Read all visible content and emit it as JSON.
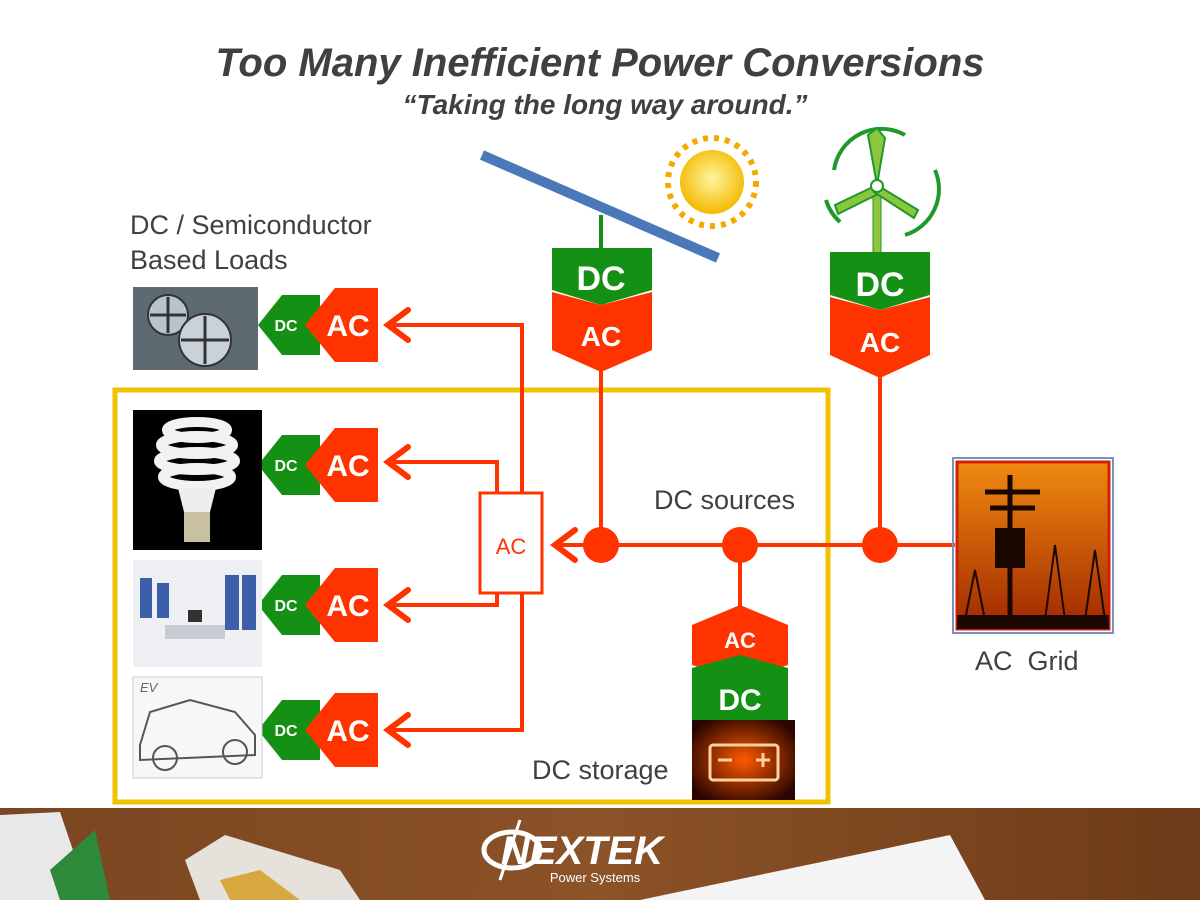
{
  "title": "Too Many Inefficient Power Conversions",
  "subtitle": "“Taking the long way around.”",
  "labels": {
    "loads_line1": "DC / Semiconductor",
    "loads_line2": "Based Loads",
    "dc_sources": "DC sources",
    "ac_grid": "AC  Grid",
    "dc_storage": "DC storage"
  },
  "converters": {
    "solar": {
      "top": "DC",
      "bottom": "AC"
    },
    "wind": {
      "top": "DC",
      "bottom": "AC"
    },
    "storage": {
      "top": "AC",
      "bottom": "DC"
    },
    "loads": [
      {
        "from": "AC",
        "to": "DC"
      },
      {
        "from": "AC",
        "to": "DC"
      },
      {
        "from": "AC",
        "to": "DC"
      },
      {
        "from": "AC",
        "to": "DC"
      }
    ],
    "central": "AC"
  },
  "load_images": [
    "fans",
    "cfl-bulb",
    "data-center",
    "EV"
  ],
  "footer": {
    "brand": "NEXTEK",
    "tagline": "Power Systems"
  },
  "colors": {
    "green": "#149014",
    "red": "#ff3300",
    "yellow": "#f2c200",
    "text": "#404040",
    "panel": "#4a78b8"
  }
}
